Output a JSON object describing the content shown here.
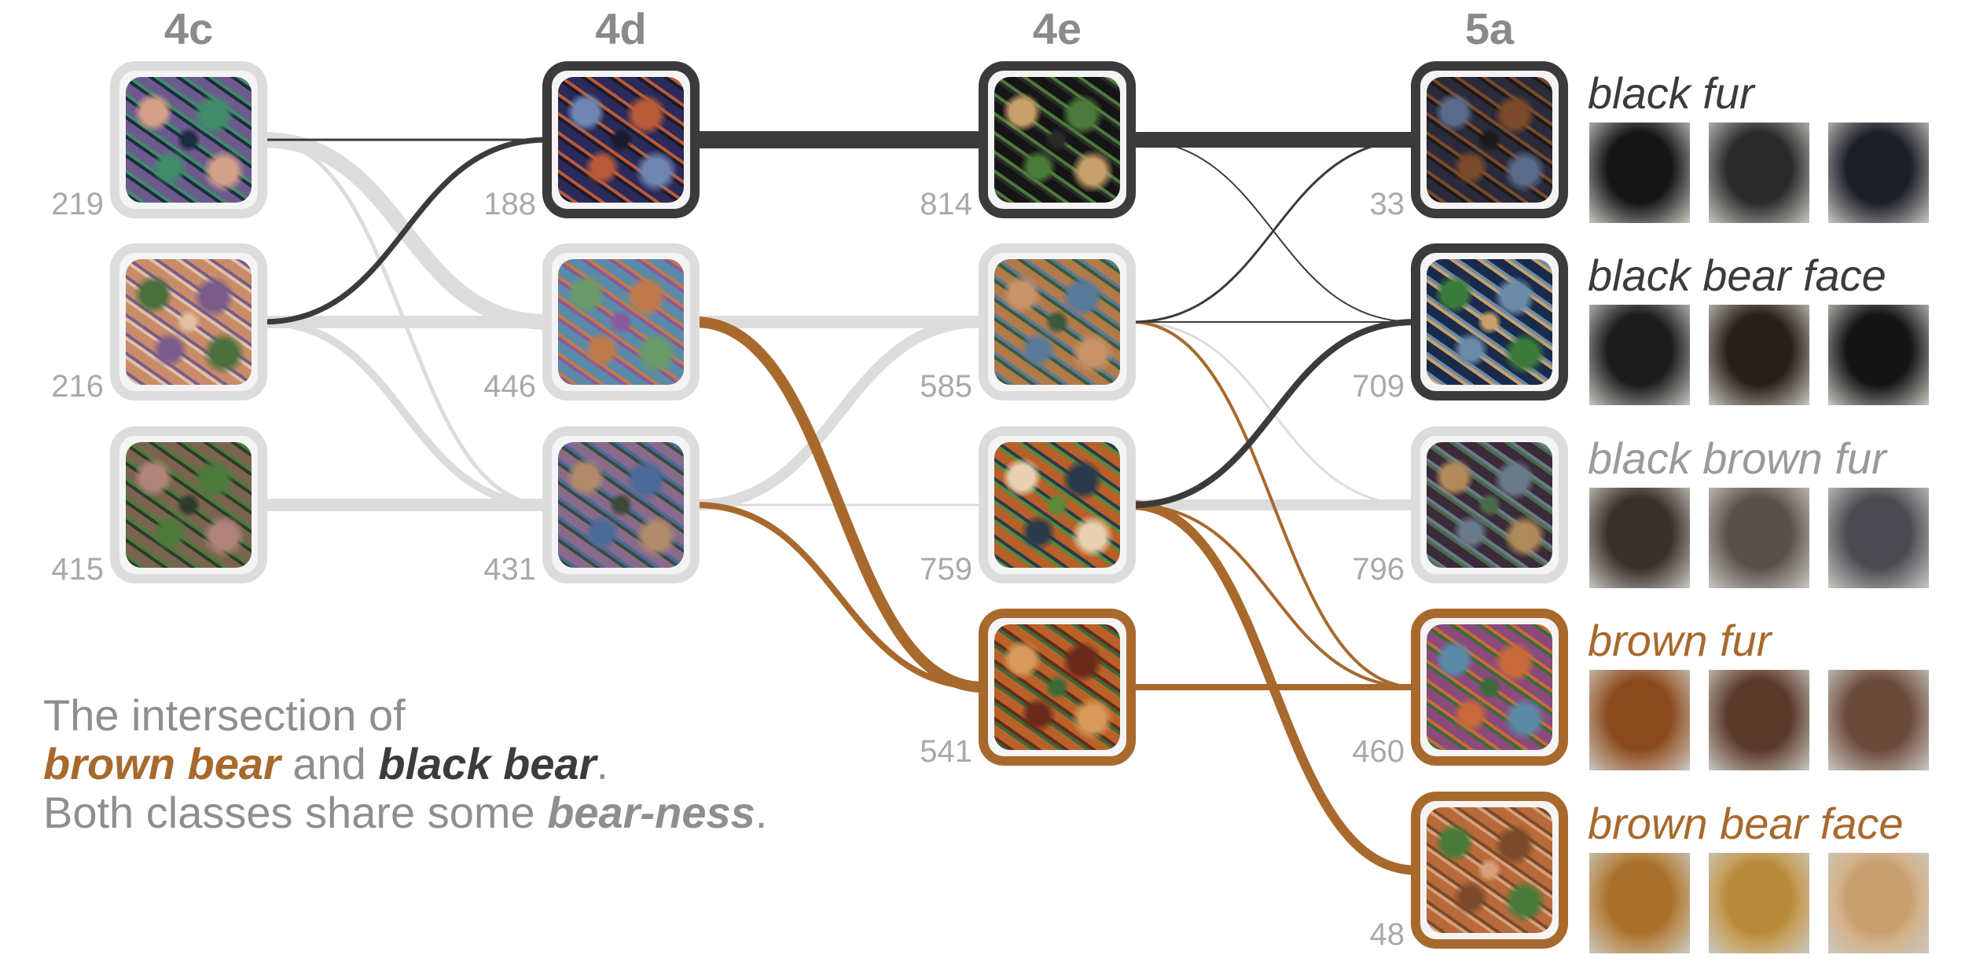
{
  "layers": [
    "4c",
    "4d",
    "4e",
    "5a"
  ],
  "colors": {
    "gray": "#dcdcdc",
    "dark": "#3b3b3b",
    "brown": "#a8692d",
    "text_gray": "#8e8e8e"
  },
  "nodes": {
    "c219": {
      "id": "219",
      "layer": "4c",
      "style": "gray",
      "texture": [
        "#6c5a8d",
        "#3f8b6a",
        "#d4a08a",
        "#1e2a40"
      ]
    },
    "c216": {
      "id": "216",
      "layer": "4c",
      "style": "gray",
      "texture": [
        "#c98c6a",
        "#7a5c8a",
        "#4a6f3c",
        "#e2c1a4"
      ]
    },
    "c415": {
      "id": "415",
      "layer": "4c",
      "style": "gray",
      "texture": [
        "#7a6450",
        "#4c7a3a",
        "#b0847a",
        "#2f3a2a"
      ]
    },
    "d188": {
      "id": "188",
      "layer": "4d",
      "style": "dark",
      "texture": [
        "#2b2a5a",
        "#b85a38",
        "#6f86b3",
        "#1a1a2c"
      ]
    },
    "d446": {
      "id": "446",
      "layer": "4d",
      "style": "gray",
      "texture": [
        "#5a8aa8",
        "#c07a4a",
        "#6a9a6a",
        "#8a5a9a"
      ]
    },
    "d431": {
      "id": "431",
      "layer": "4d",
      "style": "gray",
      "texture": [
        "#8a6a8a",
        "#4a6a9a",
        "#b08a6a",
        "#3a4a3a"
      ]
    },
    "e814": {
      "id": "814",
      "layer": "4e",
      "style": "dark",
      "texture": [
        "#151515",
        "#4c7a3a",
        "#c8a06a",
        "#2a2a2a"
      ]
    },
    "e585": {
      "id": "585",
      "layer": "4e",
      "style": "gray",
      "texture": [
        "#b07a4a",
        "#5a7a9a",
        "#c8926a",
        "#3a5a3a"
      ]
    },
    "e759": {
      "id": "759",
      "layer": "4e",
      "style": "gray",
      "texture": [
        "#b8602a",
        "#2a3a4a",
        "#e8d0b0",
        "#5a8a3a"
      ]
    },
    "e541": {
      "id": "541",
      "layer": "4e",
      "style": "brown",
      "texture": [
        "#b8622a",
        "#6a2a1a",
        "#d89a5a",
        "#3a6a3a"
      ]
    },
    "a33": {
      "id": "33",
      "layer": "5a",
      "style": "dark",
      "texture": [
        "#2a2a3a",
        "#7a4a2a",
        "#5a6a8a",
        "#1a1a1a"
      ]
    },
    "a709": {
      "id": "709",
      "layer": "5a",
      "style": "dark",
      "texture": [
        "#1a2a4a",
        "#6a8aa8",
        "#3a7a3a",
        "#c8a06a"
      ]
    },
    "a796": {
      "id": "796",
      "layer": "5a",
      "style": "gray",
      "texture": [
        "#3a2a3a",
        "#6a7a8a",
        "#b08a5a",
        "#4a6a4a"
      ]
    },
    "a460": {
      "id": "460",
      "layer": "5a",
      "style": "brown",
      "texture": [
        "#8a4a7a",
        "#c86a3a",
        "#5a8aa8",
        "#3a6a3a"
      ]
    },
    "a48": {
      "id": "48",
      "layer": "5a",
      "style": "brown",
      "texture": [
        "#b86a3a",
        "#7a4a2a",
        "#4a7a3a",
        "#d8a07a"
      ]
    }
  },
  "labels": [
    {
      "text": "black fur",
      "style": "dark",
      "thumbs": [
        "#151515",
        "#2a2a2a",
        "#1e1e28"
      ]
    },
    {
      "text": "black bear face",
      "style": "dark",
      "thumbs": [
        "#1c1c1c",
        "#2a2018",
        "#141414"
      ]
    },
    {
      "text": "black brown fur",
      "style": "gray",
      "thumbs": [
        "#3a3028",
        "#5a5048",
        "#4a4a50"
      ]
    },
    {
      "text": "brown fur",
      "style": "brown",
      "thumbs": [
        "#8a4a1e",
        "#5a3a2a",
        "#6a4a3a"
      ]
    },
    {
      "text": "brown bear face",
      "style": "brown",
      "thumbs": [
        "#a8702a",
        "#b88a3a",
        "#c8a070"
      ]
    }
  ],
  "edges": [
    {
      "from": "c219",
      "to": "d188",
      "style": "dark",
      "w": 3
    },
    {
      "from": "c216",
      "to": "d188",
      "style": "dark",
      "w": 7
    },
    {
      "from": "c219",
      "to": "d446",
      "style": "gray",
      "w": 20
    },
    {
      "from": "c219",
      "to": "d431",
      "style": "gray",
      "w": 5
    },
    {
      "from": "c216",
      "to": "d446",
      "style": "gray",
      "w": 16
    },
    {
      "from": "c216",
      "to": "d431",
      "style": "gray",
      "w": 10
    },
    {
      "from": "c415",
      "to": "d431",
      "style": "gray",
      "w": 16
    },
    {
      "from": "d446",
      "to": "e585",
      "style": "gray",
      "w": 16
    },
    {
      "from": "d431",
      "to": "e585",
      "style": "gray",
      "w": 14
    },
    {
      "from": "d431",
      "to": "e759",
      "style": "gray",
      "w": 3
    },
    {
      "from": "d188",
      "to": "e814",
      "style": "dark",
      "w": 22
    },
    {
      "from": "d446",
      "to": "e541",
      "style": "brown",
      "w": 14
    },
    {
      "from": "d431",
      "to": "e541",
      "style": "brown",
      "w": 8
    },
    {
      "from": "e814",
      "to": "a33",
      "style": "dark",
      "w": 20
    },
    {
      "from": "e814",
      "to": "a709",
      "style": "dark",
      "w": 2
    },
    {
      "from": "e585",
      "to": "a33",
      "style": "dark",
      "w": 3
    },
    {
      "from": "e585",
      "to": "a709",
      "style": "dark",
      "w": 2
    },
    {
      "from": "e585",
      "to": "a796",
      "style": "gray",
      "w": 3
    },
    {
      "from": "e585",
      "to": "a460",
      "style": "brown",
      "w": 4
    },
    {
      "from": "e759",
      "to": "a709",
      "style": "dark",
      "w": 8
    },
    {
      "from": "e759",
      "to": "a796",
      "style": "gray",
      "w": 14
    },
    {
      "from": "e759",
      "to": "a460",
      "style": "brown",
      "w": 4
    },
    {
      "from": "e759",
      "to": "a48",
      "style": "brown",
      "w": 12
    },
    {
      "from": "e541",
      "to": "a460",
      "style": "brown",
      "w": 8
    }
  ],
  "caption": {
    "line1": "The intersection of",
    "brown": "brown bear",
    "and": " and ",
    "dark": "black bear",
    "period": ".",
    "line3a": "Both classes share some ",
    "emph": "bear-ness",
    "period2": "."
  }
}
